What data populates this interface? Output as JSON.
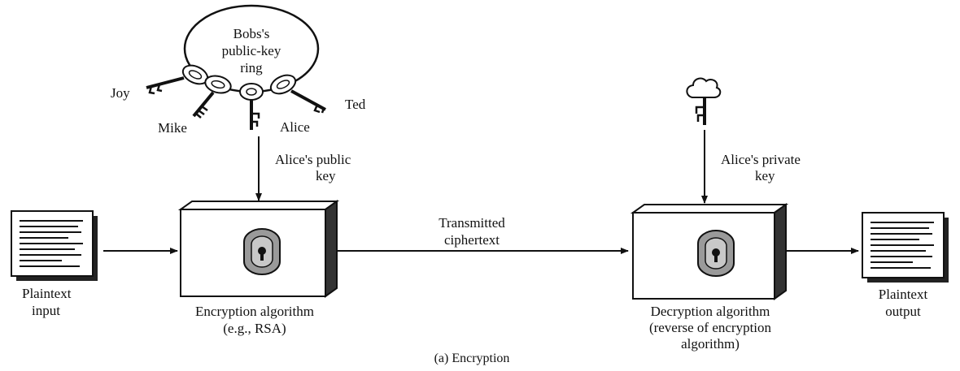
{
  "diagram": {
    "keyring": {
      "label_lines": [
        "Bobs's",
        "public-key",
        "ring"
      ],
      "key_names": {
        "joy": "Joy",
        "mike": "Mike",
        "alice": "Alice",
        "ted": "Ted"
      }
    },
    "public_key_label": [
      "Alice's public",
      "key"
    ],
    "private_key_label": [
      "Alice's private",
      "key"
    ],
    "plaintext_input": [
      "Plaintext",
      "input"
    ],
    "encryption_algorithm": [
      "Encryption algorithm",
      "(e.g., RSA)"
    ],
    "transmitted": [
      "Transmitted",
      "ciphertext"
    ],
    "decryption_algorithm": [
      "Decryption algorithm",
      "(reverse of encryption",
      "algorithm)"
    ],
    "plaintext_output": [
      "Plaintext",
      "output"
    ],
    "caption": "(a) Encryption"
  }
}
